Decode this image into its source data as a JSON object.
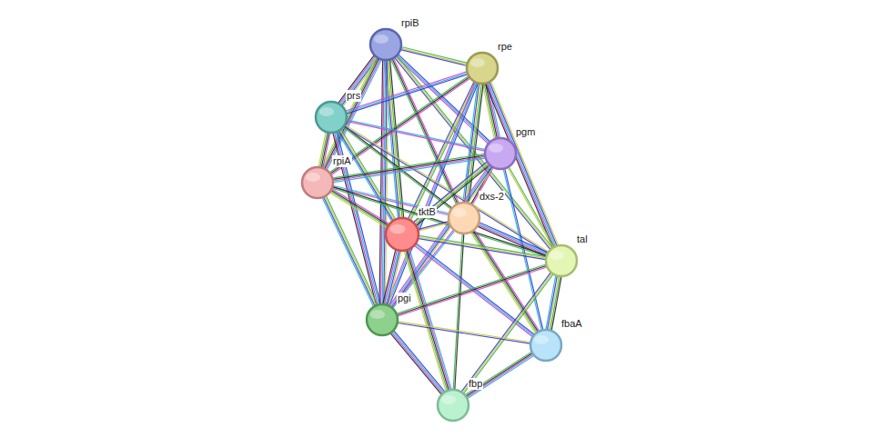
{
  "diagram": {
    "nodes": [
      {
        "text": [
          "rpiB"
        ]
      },
      {
        "text": [
          "rpe"
        ]
      },
      {
        "text": [
          "prs"
        ]
      },
      {
        "text": [
          "pgm"
        ]
      },
      {
        "text": [
          "rpiA"
        ]
      },
      {
        "text": [
          "dxs-2"
        ]
      },
      {
        "text": [
          "tktB"
        ]
      },
      {
        "text": [
          "tal"
        ]
      },
      {
        "text": [
          "pgi"
        ]
      },
      {
        "text": [
          "fbaA"
        ]
      },
      {
        "text": [
          "fbp"
        ]
      }
    ],
    "edges": [
      {
        "from": 0,
        "to": 1,
        "arrow": "none"
      },
      {
        "from": 0,
        "to": 2,
        "arrow": "none"
      },
      {
        "from": 0,
        "to": 3,
        "arrow": "none"
      },
      {
        "from": 0,
        "to": 4,
        "arrow": "none"
      },
      {
        "from": 0,
        "to": 5,
        "arrow": "none"
      },
      {
        "from": 0,
        "to": 6,
        "arrow": "none"
      },
      {
        "from": 0,
        "to": 7,
        "arrow": "none"
      },
      {
        "from": 0,
        "to": 8,
        "arrow": "none"
      },
      {
        "from": 1,
        "to": 2,
        "arrow": "none"
      },
      {
        "from": 1,
        "to": 3,
        "arrow": "none"
      },
      {
        "from": 1,
        "to": 4,
        "arrow": "none"
      },
      {
        "from": 1,
        "to": 5,
        "arrow": "none"
      },
      {
        "from": 1,
        "to": 6,
        "arrow": "none"
      },
      {
        "from": 1,
        "to": 7,
        "arrow": "none"
      },
      {
        "from": 1,
        "to": 8,
        "arrow": "none"
      },
      {
        "from": 2,
        "to": 3,
        "arrow": "none"
      },
      {
        "from": 2,
        "to": 4,
        "arrow": "none"
      },
      {
        "from": 2,
        "to": 5,
        "arrow": "none"
      },
      {
        "from": 2,
        "to": 6,
        "arrow": "none"
      },
      {
        "from": 2,
        "to": 7,
        "arrow": "none"
      },
      {
        "from": 2,
        "to": 8,
        "arrow": "none"
      },
      {
        "from": 3,
        "to": 4,
        "arrow": "none"
      },
      {
        "from": 3,
        "to": 5,
        "arrow": "none"
      },
      {
        "from": 3,
        "to": 6,
        "arrow": "none"
      },
      {
        "from": 3,
        "to": 7,
        "arrow": "none"
      },
      {
        "from": 3,
        "to": 8,
        "arrow": "none"
      },
      {
        "from": 3,
        "to": 9,
        "arrow": "none"
      },
      {
        "from": 4,
        "to": 5,
        "arrow": "none"
      },
      {
        "from": 4,
        "to": 6,
        "arrow": "none"
      },
      {
        "from": 4,
        "to": 7,
        "arrow": "none"
      },
      {
        "from": 4,
        "to": 8,
        "arrow": "none"
      },
      {
        "from": 5,
        "to": 6,
        "arrow": "none"
      },
      {
        "from": 5,
        "to": 7,
        "arrow": "none"
      },
      {
        "from": 5,
        "to": 8,
        "arrow": "none"
      },
      {
        "from": 5,
        "to": 9,
        "arrow": "none"
      },
      {
        "from": 5,
        "to": 10,
        "arrow": "none"
      },
      {
        "from": 6,
        "to": 7,
        "arrow": "none"
      },
      {
        "from": 6,
        "to": 8,
        "arrow": "none"
      },
      {
        "from": 6,
        "to": 9,
        "arrow": "none"
      },
      {
        "from": 6,
        "to": 10,
        "arrow": "none"
      },
      {
        "from": 7,
        "to": 8,
        "arrow": "none"
      },
      {
        "from": 7,
        "to": 9,
        "arrow": "none"
      },
      {
        "from": 7,
        "to": 10,
        "arrow": "none"
      },
      {
        "from": 8,
        "to": 9,
        "arrow": "none"
      },
      {
        "from": 8,
        "to": 10,
        "arrow": "none"
      },
      {
        "from": 9,
        "to": 10,
        "arrow": "none"
      }
    ]
  }
}
